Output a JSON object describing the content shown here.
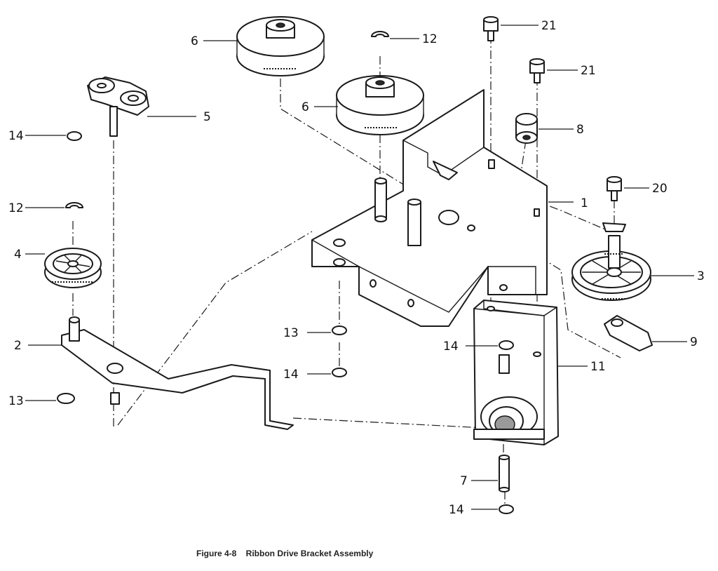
{
  "figure": {
    "caption": "Figure 4-8    Ribbon Drive Bracket Assembly"
  },
  "callouts": {
    "c1": "1",
    "c2": "2",
    "c3": "3",
    "c4": "4",
    "c5": "5",
    "c6a": "6",
    "c6b": "6",
    "c7": "7",
    "c8": "8",
    "c9": "9",
    "c11": "11",
    "c12a": "12",
    "c12b": "12",
    "c13a": "13",
    "c13b": "13",
    "c14a": "14",
    "c14b": "14",
    "c14c": "14",
    "c14d": "14",
    "c20": "20",
    "c21a": "21",
    "c21b": "21"
  }
}
